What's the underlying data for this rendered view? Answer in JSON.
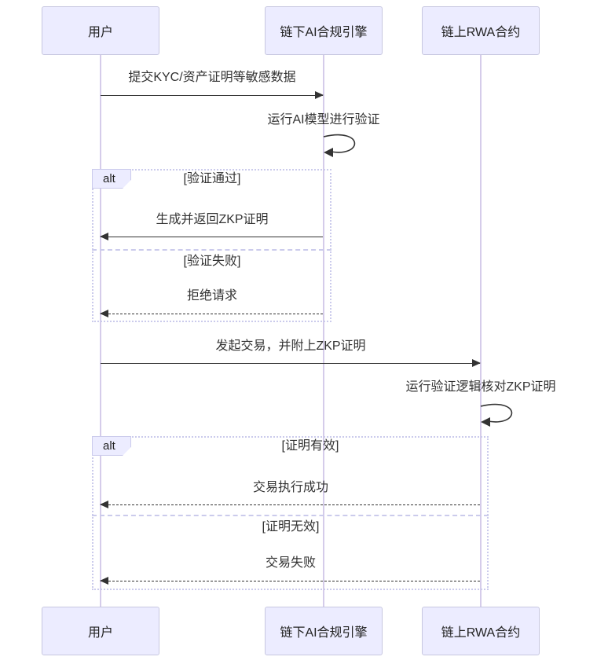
{
  "diagram": {
    "type": "sequence-diagram",
    "actors": [
      {
        "id": "user",
        "label": "用户"
      },
      {
        "id": "offchain-ai-engine",
        "label": "链下AI合规引擎"
      },
      {
        "id": "onchain-rwa-contract",
        "label": "链上RWA合约"
      }
    ],
    "flow": {
      "msg_submit_kyc": "提交KYC/资产证明等敏感数据",
      "msg_run_ai_model": "运行AI模型进行验证",
      "msg_return_zkp": "生成并返回ZKP证明",
      "msg_reject_request": "拒绝请求",
      "msg_send_tx_with_zkp": "发起交易，并附上ZKP证明",
      "msg_verify_zkp_logic": "运行验证逻辑核对ZKP证明",
      "msg_tx_success": "交易执行成功",
      "msg_tx_fail": "交易失败"
    },
    "alt_verify": {
      "keyword": "alt",
      "cond_pass": "[验证通过]",
      "cond_fail": "[验证失败]"
    },
    "alt_proof": {
      "keyword": "alt",
      "cond_valid": "[证明有效]",
      "cond_invalid": "[证明无效]"
    },
    "colors": {
      "actor_fill": "#ECECFF",
      "actor_border": "#C7C7E0",
      "lifeline": "#D5CCEA",
      "frame_border": "#CBCBEC",
      "arrow": "#333333"
    }
  }
}
